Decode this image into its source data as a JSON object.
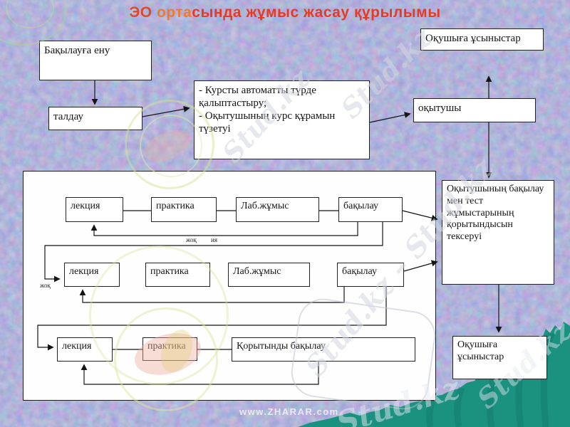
{
  "title": {
    "part1": "ЭО ",
    "part2": "орта",
    "part3": "сында жұмыс жасау  құрылымы"
  },
  "colors": {
    "title_part1": "#e2492a",
    "title_part2": "#ee7a2f",
    "title_part3": "#e63a25",
    "background": "#aab7e6",
    "teal_wave": "#1b9180",
    "box_border": "#222222"
  },
  "top_flow": {
    "entry_box": "Бақылауға ену",
    "analysis_box": "талдау",
    "course_box_line1": "- Курсты автоматты түрде қалыптастыру;",
    "course_box_line2": "- Оқытушының курс құрамын түзетуі",
    "teacher_box": "оқытушы",
    "suggestions_top_box": "Оқушыға ұсыныстар"
  },
  "right_flow": {
    "review_box": "Оқытушының бақылау мен тест жұмыстарының қорытындысын тексеруі",
    "suggestions_bottom_box": "Оқушыға ұсыныстар"
  },
  "course_structure": {
    "rows": [
      {
        "boxes": [
          {
            "label": "лекция"
          },
          {
            "label": "практика"
          },
          {
            "label": "Лаб.жұмыс"
          },
          {
            "label": "бақылау"
          }
        ]
      },
      {
        "boxes": [
          {
            "label": "лекция"
          },
          {
            "label": "практика"
          },
          {
            "label": "Лаб.жұмыс"
          },
          {
            "label": "бақылау"
          }
        ]
      },
      {
        "boxes": [
          {
            "label": "лекция"
          },
          {
            "label": "практика"
          },
          {
            "label": "Қорытынды бақылау"
          }
        ]
      }
    ],
    "labels": {
      "no1": "жоқ",
      "yes1": "ия",
      "no2": "жоқ"
    }
  },
  "watermarks": {
    "stud": "Stud.kz",
    "stud_pair": "Stud.kz – Stud.kz",
    "footer": "www.ZHARAR.com"
  }
}
